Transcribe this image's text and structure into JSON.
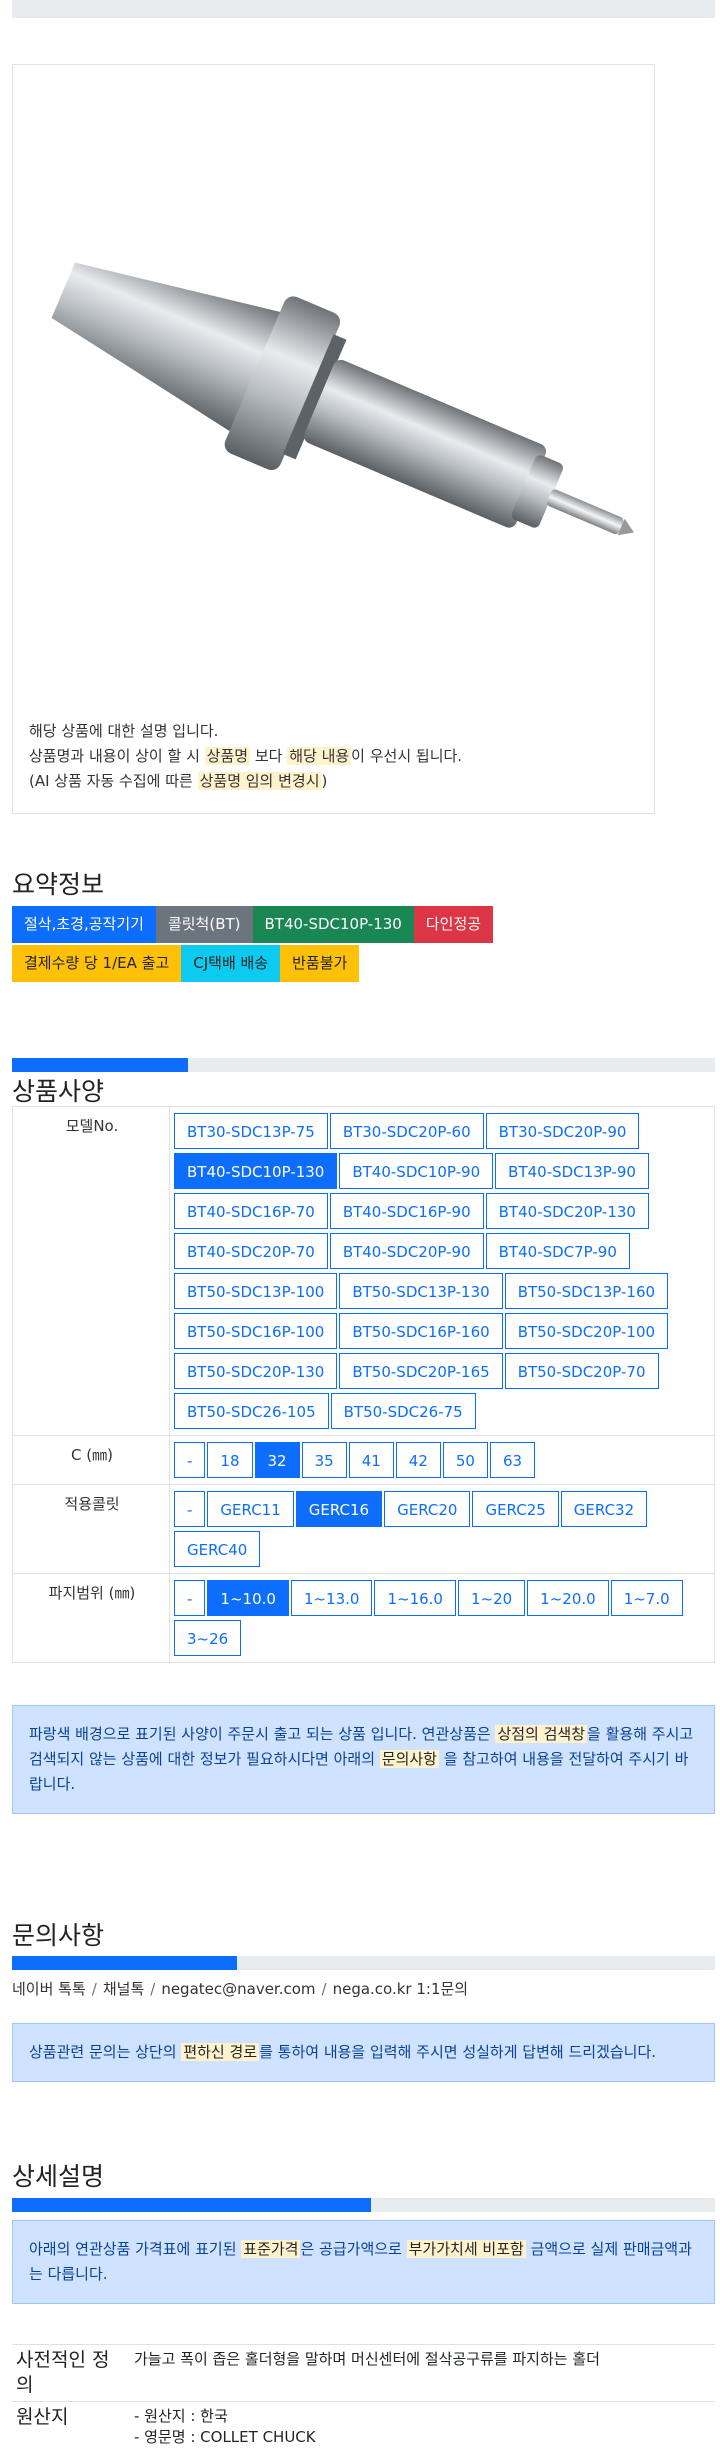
{
  "product_image": {
    "desc_line1": "해당 상품에 대한 설명 입니다.",
    "desc_line2_a": "상품명과 내용이 상이 할 시 ",
    "desc_line2_hl1": "상품명",
    "desc_line2_b": " 보다 ",
    "desc_line2_hl2": "해당 내용",
    "desc_line2_c": "이 우선시 됩니다.",
    "desc_line3_a": "(AI 상품 자동 수집에 따른 ",
    "desc_line3_hl": "상품명 임의 변경시",
    "desc_line3_b": ")"
  },
  "summary": {
    "title": "요약정보",
    "badges_row1": [
      {
        "label": "절삭,초경,공작기기",
        "color": "#0d6efd"
      },
      {
        "label": "콜릿척(BT)",
        "color": "#6c757d"
      },
      {
        "label": "BT40-SDC10P-130",
        "color": "#198754"
      },
      {
        "label": "다인정공",
        "color": "#dc3545"
      }
    ],
    "badges_row2": [
      {
        "label": "결제수량 당 1/EA 출고",
        "color": "#ffc107"
      },
      {
        "label": "CJ택배 배송",
        "color": "#0dcaf0"
      },
      {
        "label": "반품불가",
        "color": "#ffc107"
      }
    ]
  },
  "spec": {
    "title": "상품사양",
    "progress": 0.25,
    "rows": [
      {
        "label": "모델No.",
        "selected": "BT40-SDC10P-130",
        "options": [
          "BT30-SDC13P-75",
          "BT30-SDC20P-60",
          "BT30-SDC20P-90",
          "BT40-SDC10P-130",
          "BT40-SDC10P-90",
          "BT40-SDC13P-90",
          "BT40-SDC16P-70",
          "BT40-SDC16P-90",
          "BT40-SDC20P-130",
          "BT40-SDC20P-70",
          "BT40-SDC20P-90",
          "BT40-SDC7P-90",
          "BT50-SDC13P-100",
          "BT50-SDC13P-130",
          "BT50-SDC13P-160",
          "BT50-SDC16P-100",
          "BT50-SDC16P-160",
          "BT50-SDC20P-100",
          "BT50-SDC20P-130",
          "BT50-SDC20P-165",
          "BT50-SDC20P-70",
          "BT50-SDC26-105",
          "BT50-SDC26-75"
        ]
      },
      {
        "label": "C (㎜)",
        "selected": "32",
        "options": [
          "-",
          "18",
          "32",
          "35",
          "41",
          "42",
          "50",
          "63"
        ]
      },
      {
        "label": "적용콜릿",
        "selected": "GERC16",
        "options": [
          "-",
          "GERC11",
          "GERC16",
          "GERC20",
          "GERC25",
          "GERC32",
          "GERC40"
        ]
      },
      {
        "label": "파지범위 (㎜)",
        "selected": "1~10.0",
        "options": [
          "-",
          "1~10.0",
          "1~13.0",
          "1~16.0",
          "1~20",
          "1~20.0",
          "1~7.0",
          "3~26"
        ]
      }
    ],
    "notice_a": "파랑색 배경으로 표기된 사양이 주문시 출고 되는 상품 입니다. 연관상품은 ",
    "notice_hl1": "상점의 검색창",
    "notice_b": "을 활용해 주시고 검색되지 않는 상품에 대한 정보가 필요하시다면 아래의 ",
    "notice_hl2": "문의사항",
    "notice_c": " 을 참고하여 내용을 전달하여 주시기 바랍니다."
  },
  "inquiry": {
    "title": "문의사항",
    "progress": 0.32,
    "links": [
      "네이버 톡톡",
      "채널톡",
      "negatec@naver.com",
      "nega.co.kr 1:1문의"
    ],
    "separator": "/",
    "notice_a": "상품관련 문의는 상단의 ",
    "notice_hl": "편하신 경로",
    "notice_b": "를 통하여 내용을 입력해 주시면 성실하게 답변해 드리겠습니다."
  },
  "details": {
    "title": "상세설명",
    "progress": 0.51,
    "notice_a": "아래의 연관상품 가격표에 표기된 ",
    "notice_hl1": "표준가격",
    "notice_b": "은 공급가액으로 ",
    "notice_hl2": "부가가치세 비포함",
    "notice_c": " 금액으로 실제 판매금액과는 다릅니다.",
    "rows": [
      {
        "key": "사전적인 정의",
        "value_lines": [
          "가늘고 폭이 좁은 홀더형을 말하며 머신센터에 절삭공구류를 파지하는 홀더"
        ]
      },
      {
        "key": "원산지",
        "value_lines": [
          "- 원산지 : 한국",
          "- 영문명 : COLLET CHUCK"
        ]
      }
    ]
  }
}
